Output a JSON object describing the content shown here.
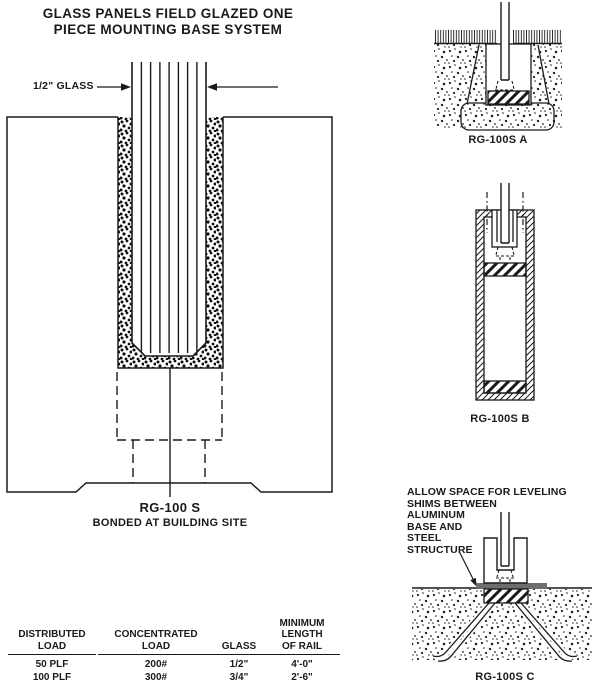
{
  "title": {
    "line1": "GLASS PANELS FIELD GLAZED ONE",
    "line2": "PIECE MOUNTING BASE SYSTEM"
  },
  "main_diagram": {
    "glass_callout": "1/2\" GLASS",
    "model_label": "RG-100 S",
    "caption": "BONDED AT BUILDING SITE"
  },
  "details": {
    "a": {
      "label": "RG-100S A"
    },
    "b": {
      "label": "RG-100S B"
    },
    "c": {
      "label": "RG-100S C",
      "note_lines": [
        "ALLOW SPACE FOR LEVELING",
        "SHIMS BETWEEN",
        "ALUMINUM",
        "BASE AND",
        "STEEL",
        "STRUCTURE"
      ]
    }
  },
  "table": {
    "headers": [
      {
        "lines": [
          "DISTRIBUTED",
          "LOAD"
        ]
      },
      {
        "lines": [
          "CONCENTRATED",
          "LOAD"
        ]
      },
      {
        "lines": [
          "GLASS"
        ]
      },
      {
        "lines": [
          "MINIMUM",
          "LENGTH",
          "OF RAIL"
        ]
      }
    ],
    "rows": [
      [
        "50 PLF",
        "200#",
        "1/2\"",
        "4'-0\""
      ],
      [
        "100 PLF",
        "300#",
        "3/4\"",
        "2'-6\""
      ]
    ]
  },
  "colors": {
    "line": "#1a1a1a",
    "background": "#ffffff"
  }
}
